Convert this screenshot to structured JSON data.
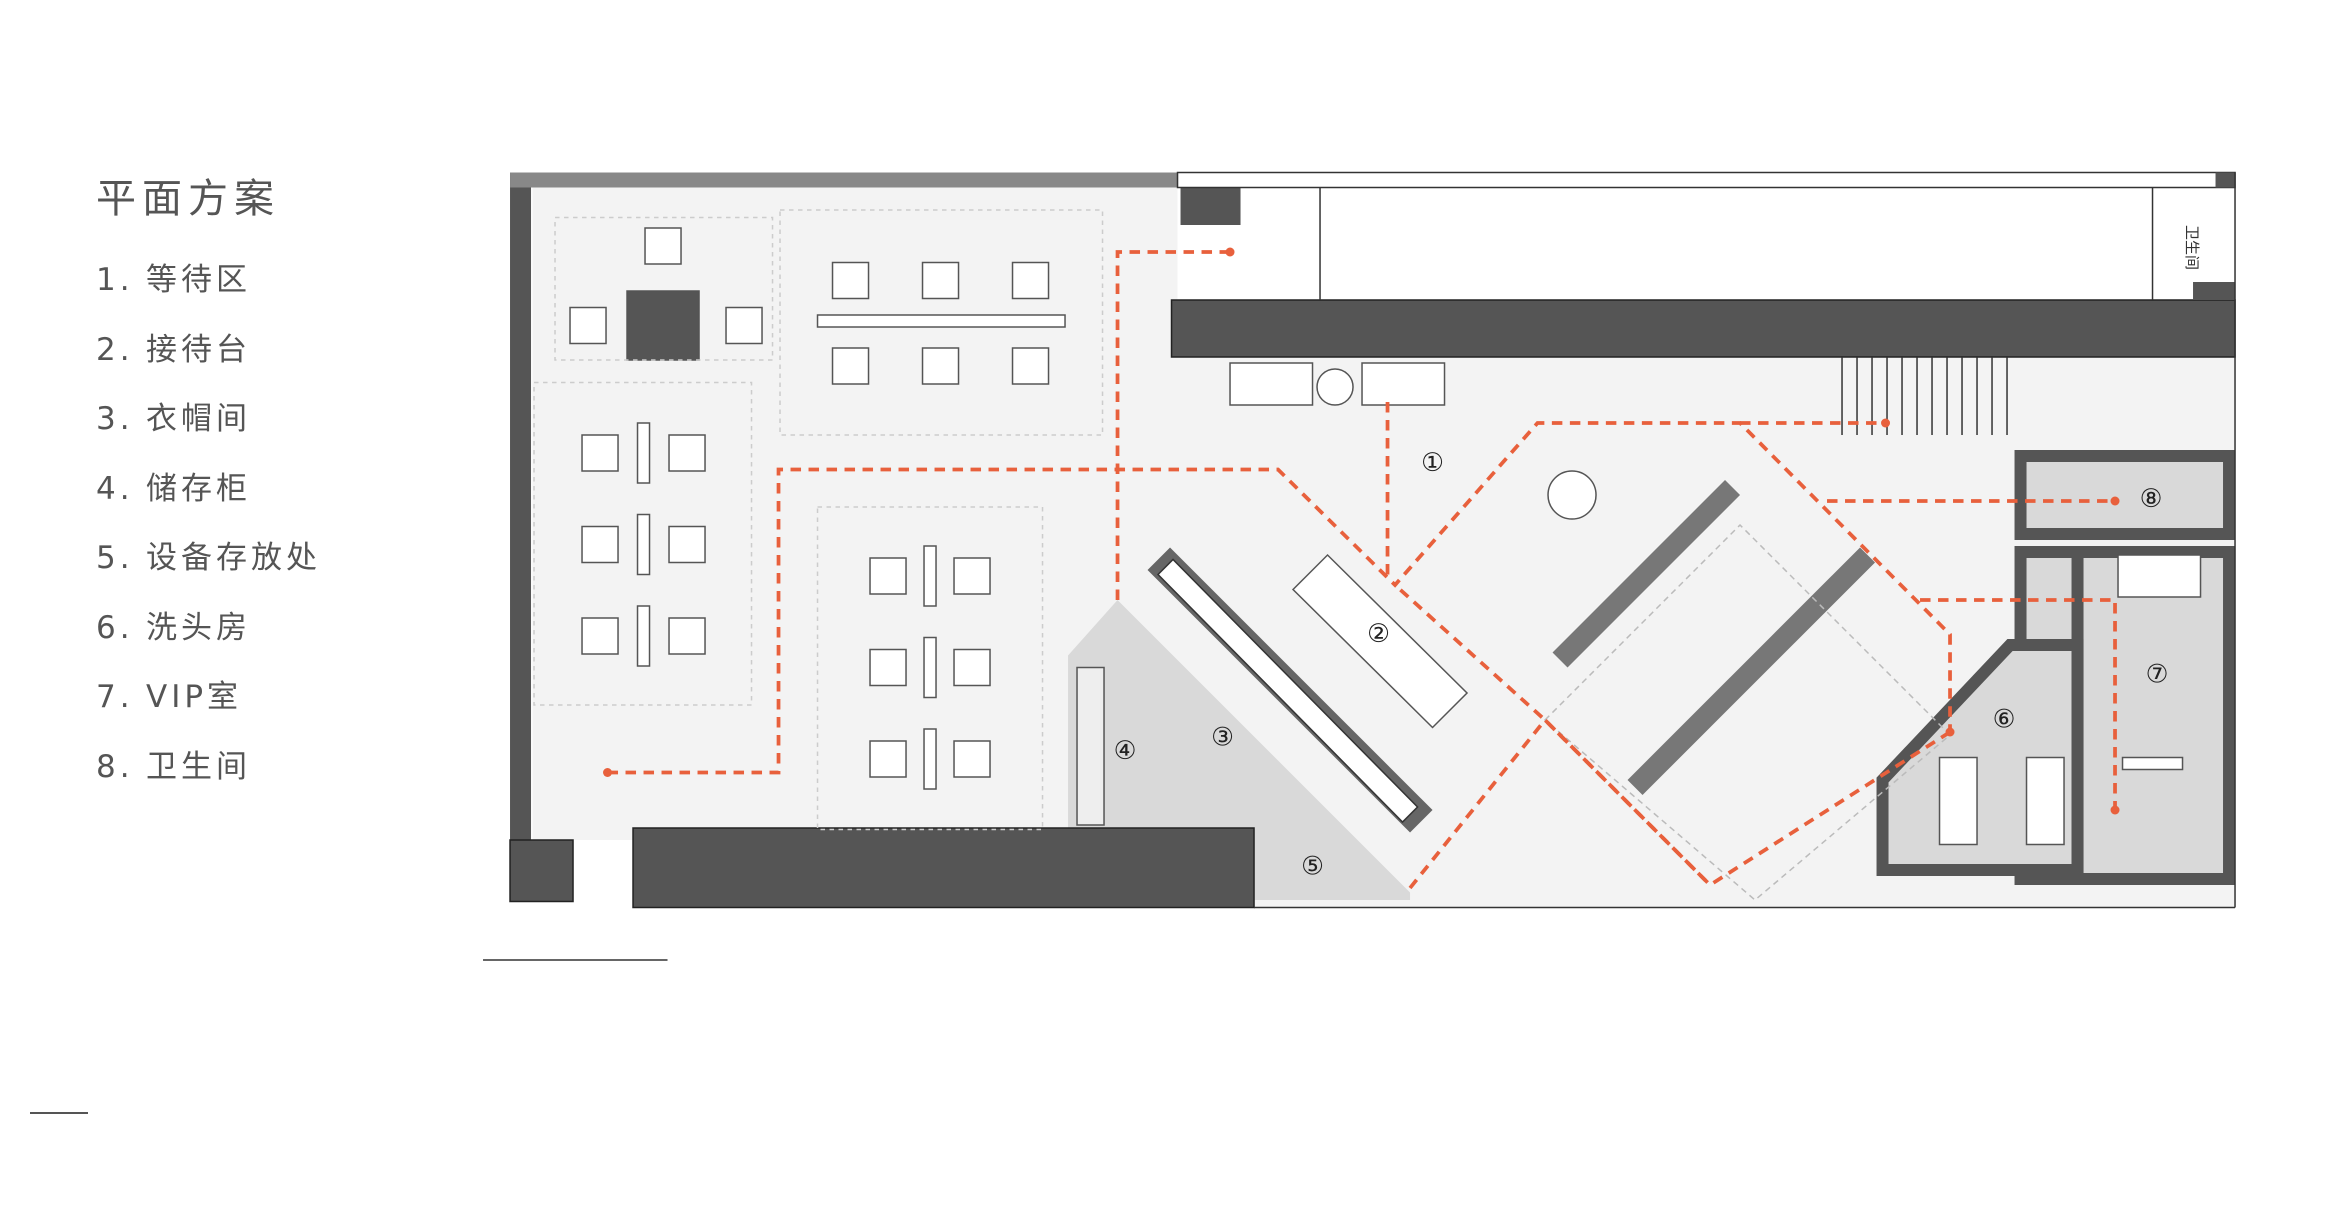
{
  "title": "平面方案",
  "legend": [
    {
      "num": "1.",
      "label": "等待区"
    },
    {
      "num": "2.",
      "label": "接待台"
    },
    {
      "num": "3.",
      "label": "衣帽间"
    },
    {
      "num": "4.",
      "label": "储存柜"
    },
    {
      "num": "5.",
      "label": "设备存放处"
    },
    {
      "num": "6.",
      "label": "洗头房"
    },
    {
      "num": "7.",
      "label": "VIP室"
    },
    {
      "num": "8.",
      "label": "卫生间"
    }
  ],
  "markers": [
    "①",
    "②",
    "③",
    "④",
    "⑤",
    "⑥",
    "⑦",
    "⑧"
  ],
  "plan_label": "卫生间",
  "colors": {
    "path": "#e8603c",
    "wall": "#555555",
    "floor": "#f3f3f3",
    "zone": "#d9d9d9"
  }
}
